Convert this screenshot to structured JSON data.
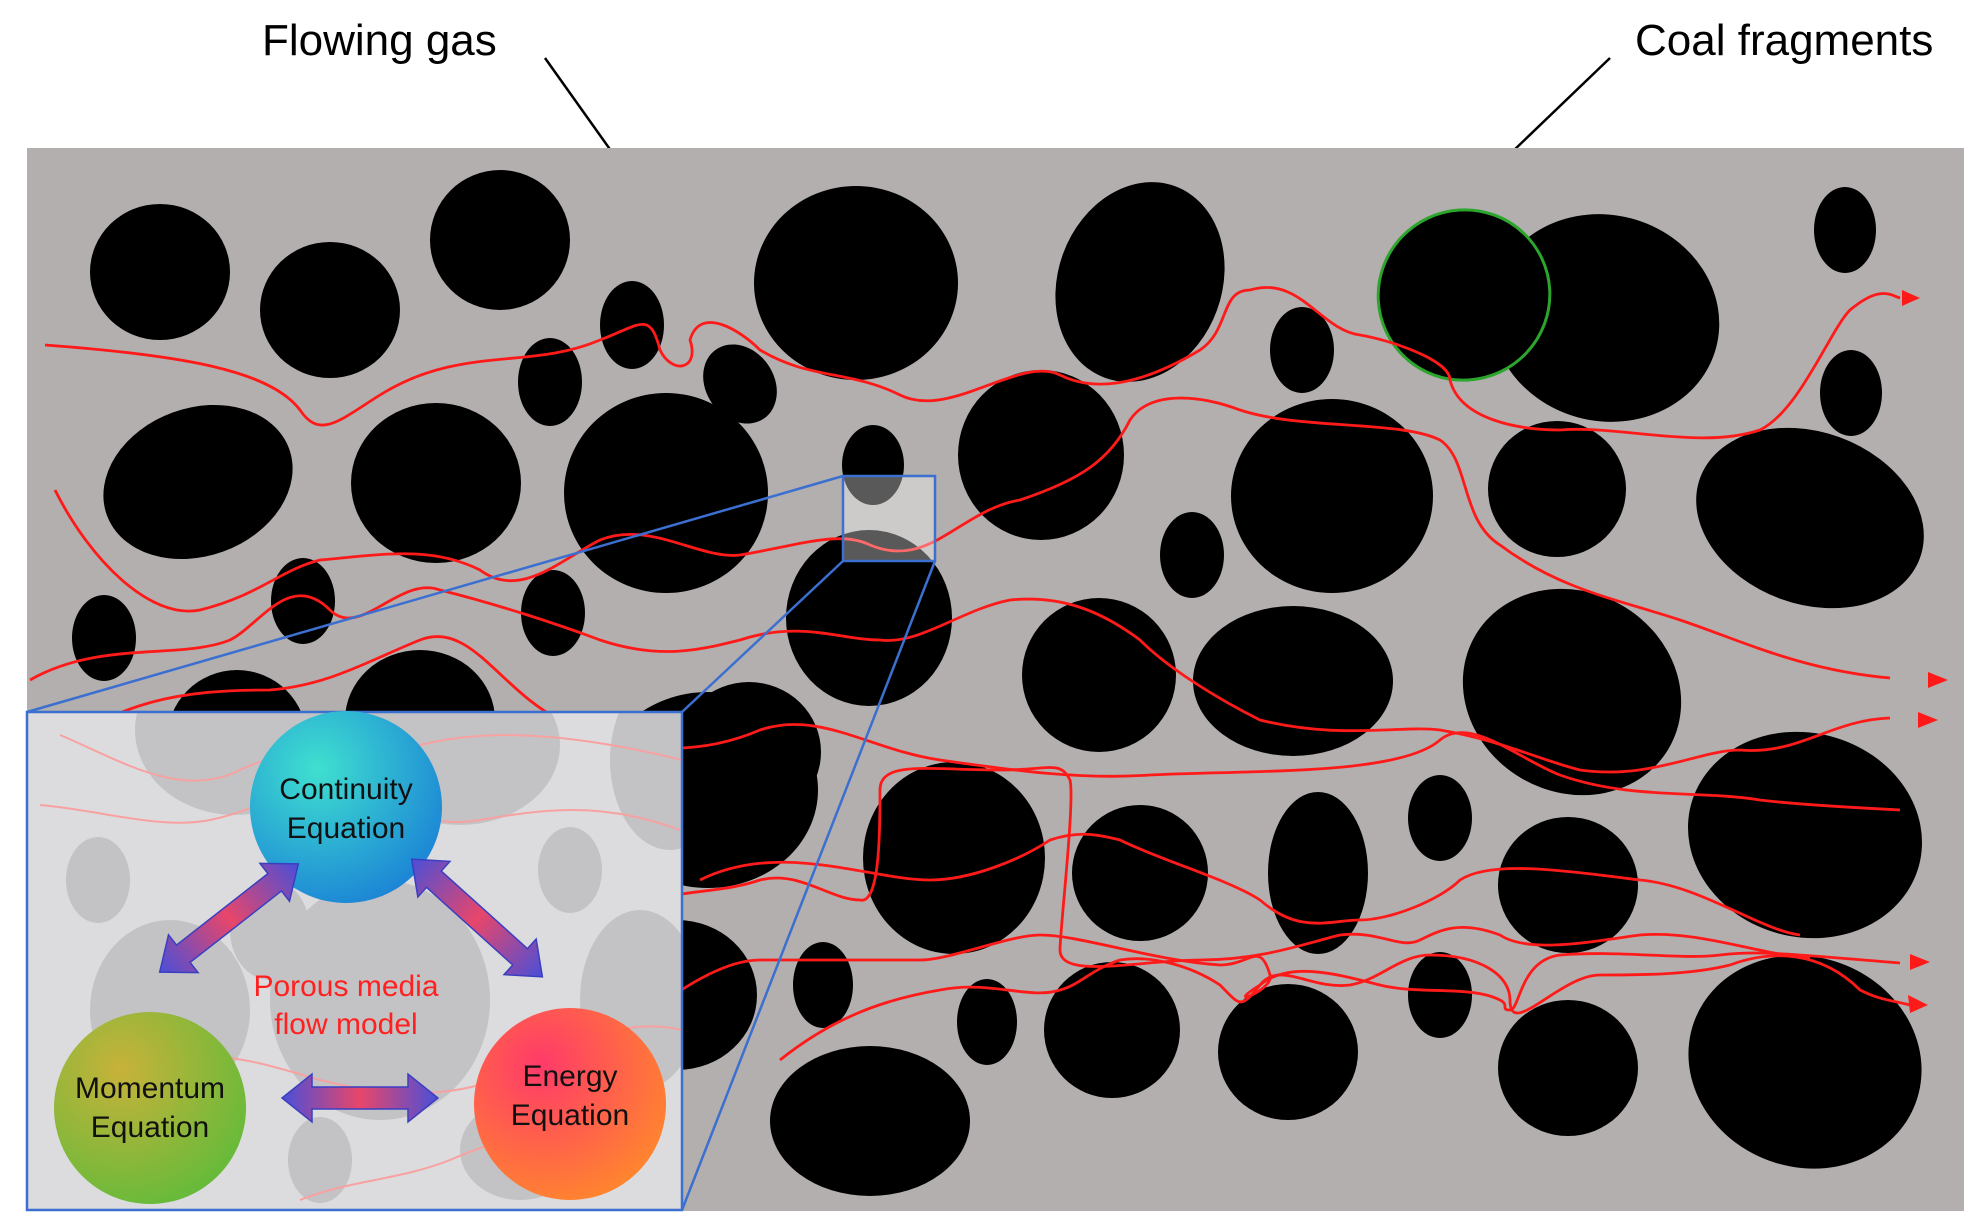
{
  "labels": {
    "flowing_gas": "Flowing gas",
    "coal_fragments": "Coal fragments"
  },
  "inset": {
    "model_line1": "Porous media",
    "model_line2": "flow model",
    "continuity": [
      "Continuity",
      "Equation"
    ],
    "momentum": [
      "Momentum",
      "Equation"
    ],
    "energy": [
      "Energy",
      "Equation"
    ]
  },
  "colors": {
    "matrix": "#b3afae",
    "fragment": "#000000",
    "gas_path": "#ff1a1a",
    "highlight_outline": "#2ca52c",
    "zoom_lines": "#3b6fd0"
  }
}
